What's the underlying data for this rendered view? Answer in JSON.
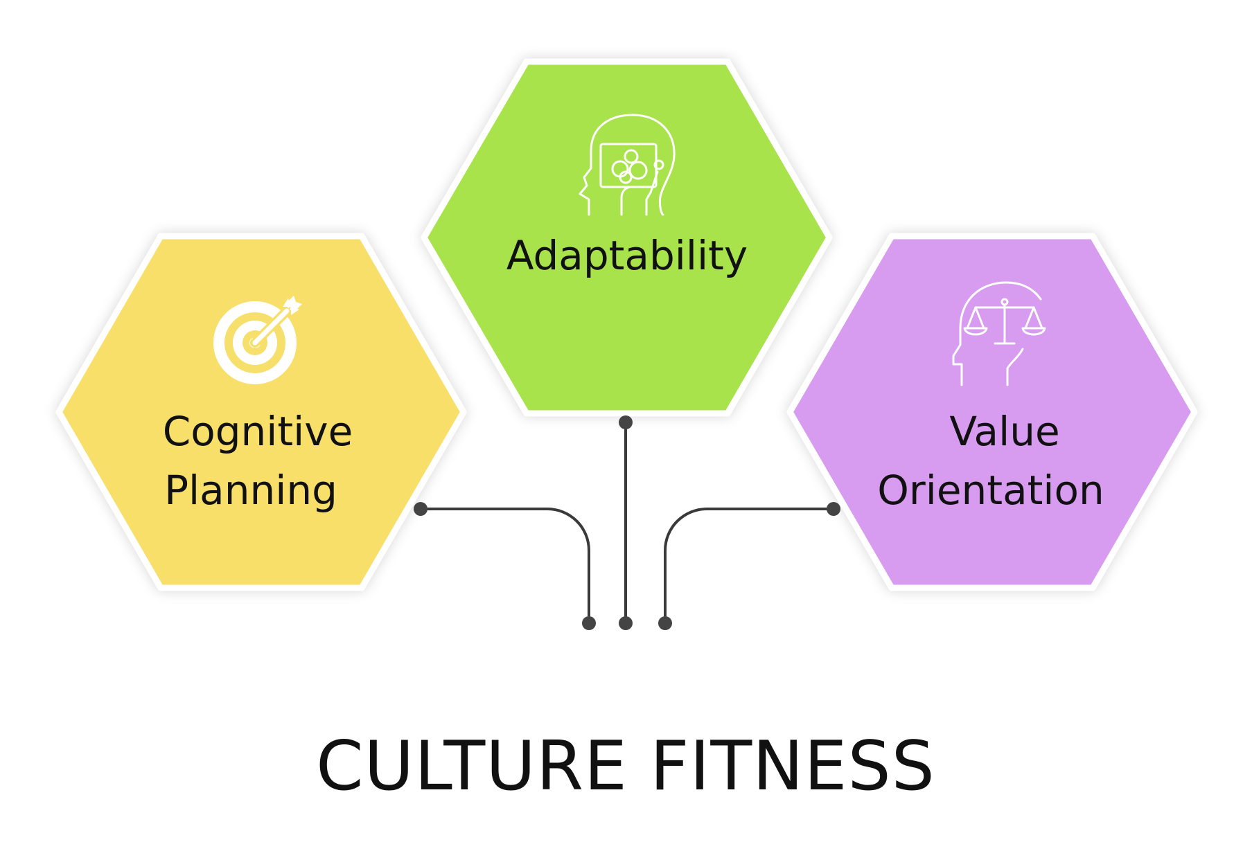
{
  "title": "CULTURE FITNESS",
  "colors": {
    "cognitive": "#f7df6b",
    "adaptability": "#a8e34b",
    "value": "#d79bef",
    "outline": "#ffffff",
    "connector": "#3a3a3a",
    "text": "#111111"
  },
  "hexagons": [
    {
      "id": "cognitive",
      "lines": [
        "Cognitive",
        "Planning"
      ],
      "icon": "target-arrow-icon"
    },
    {
      "id": "adaptability",
      "lines": [
        "Adaptability"
      ],
      "icon": "head-team-board-icon"
    },
    {
      "id": "value",
      "lines": [
        "Value",
        "Orientation"
      ],
      "icon": "head-scales-icon"
    }
  ]
}
